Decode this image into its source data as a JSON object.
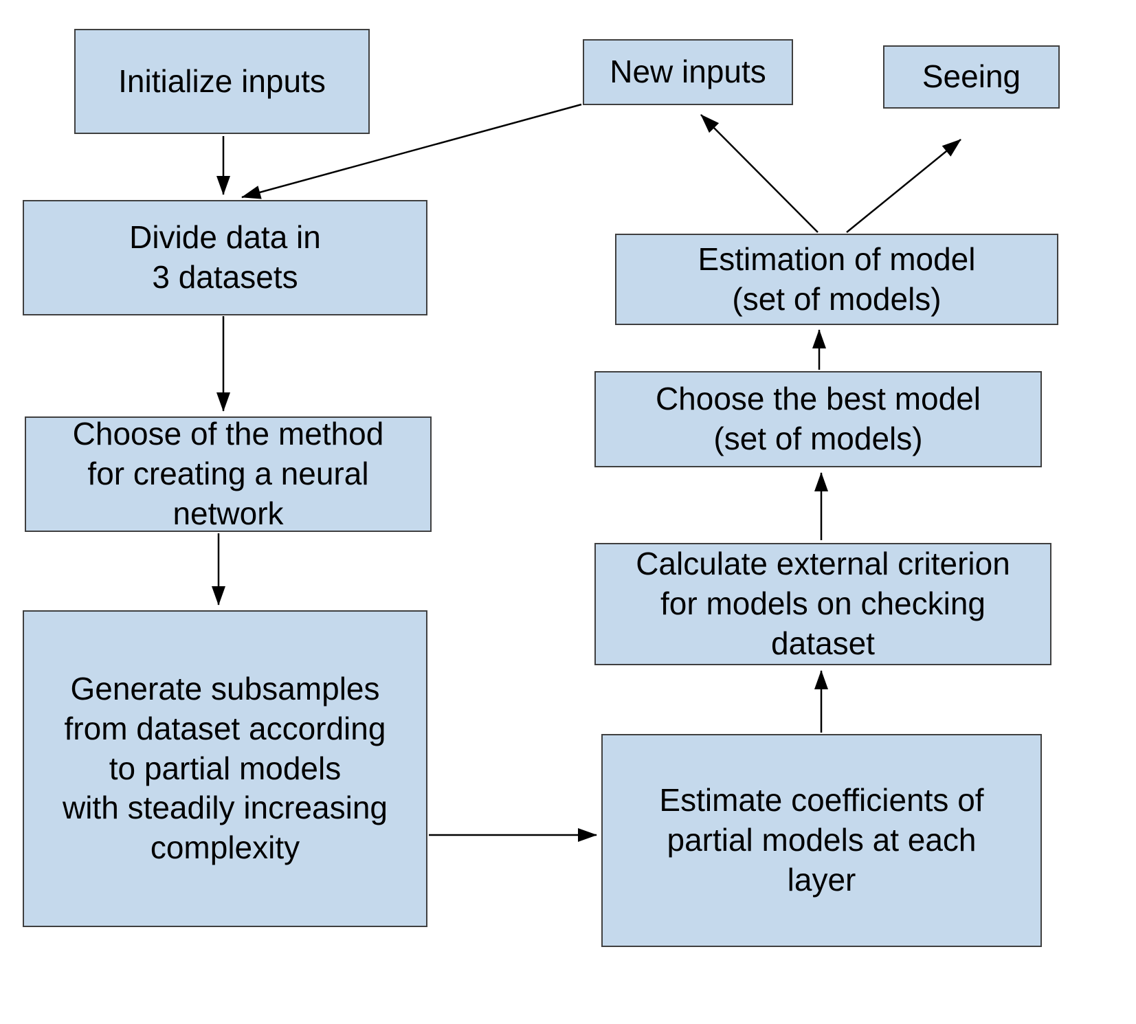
{
  "diagram": {
    "title": "GMDH neural network flowchart",
    "colors": {
      "node_fill": "#c5d9ec",
      "node_border": "#3f3f3f",
      "arrow": "#000000",
      "canvas_bg": "#ffffff"
    },
    "nodes": {
      "initialize_inputs": {
        "label": "Initialize inputs"
      },
      "new_inputs": {
        "label": "New inputs"
      },
      "seeing": {
        "label": "Seeing"
      },
      "divide_data": {
        "label": "Divide data in\n3 datasets"
      },
      "choose_method": {
        "label": "Choose of the method\nfor creating a neural\nnetwork"
      },
      "generate_subsamples": {
        "label": "Generate subsamples\nfrom dataset according\nto partial models\nwith steadily increasing\ncomplexity"
      },
      "estimate_coefficients": {
        "label": "Estimate coefficients of\npartial models at each\nlayer"
      },
      "calculate_criterion": {
        "label": "Calculate external criterion\nfor models on checking\ndataset"
      },
      "choose_best_model": {
        "label": "Choose the best model\n(set of models)"
      },
      "estimation_of_model": {
        "label": "Estimation of model\n(set of models)"
      }
    },
    "edges": [
      "initialize_inputs -> divide_data",
      "new_inputs -> divide_data",
      "divide_data -> choose_method",
      "choose_method -> generate_subsamples",
      "generate_subsamples -> estimate_coefficients",
      "estimate_coefficients -> calculate_criterion",
      "calculate_criterion -> choose_best_model",
      "choose_best_model -> estimation_of_model",
      "estimation_of_model -> new_inputs",
      "estimation_of_model -> seeing"
    ]
  }
}
